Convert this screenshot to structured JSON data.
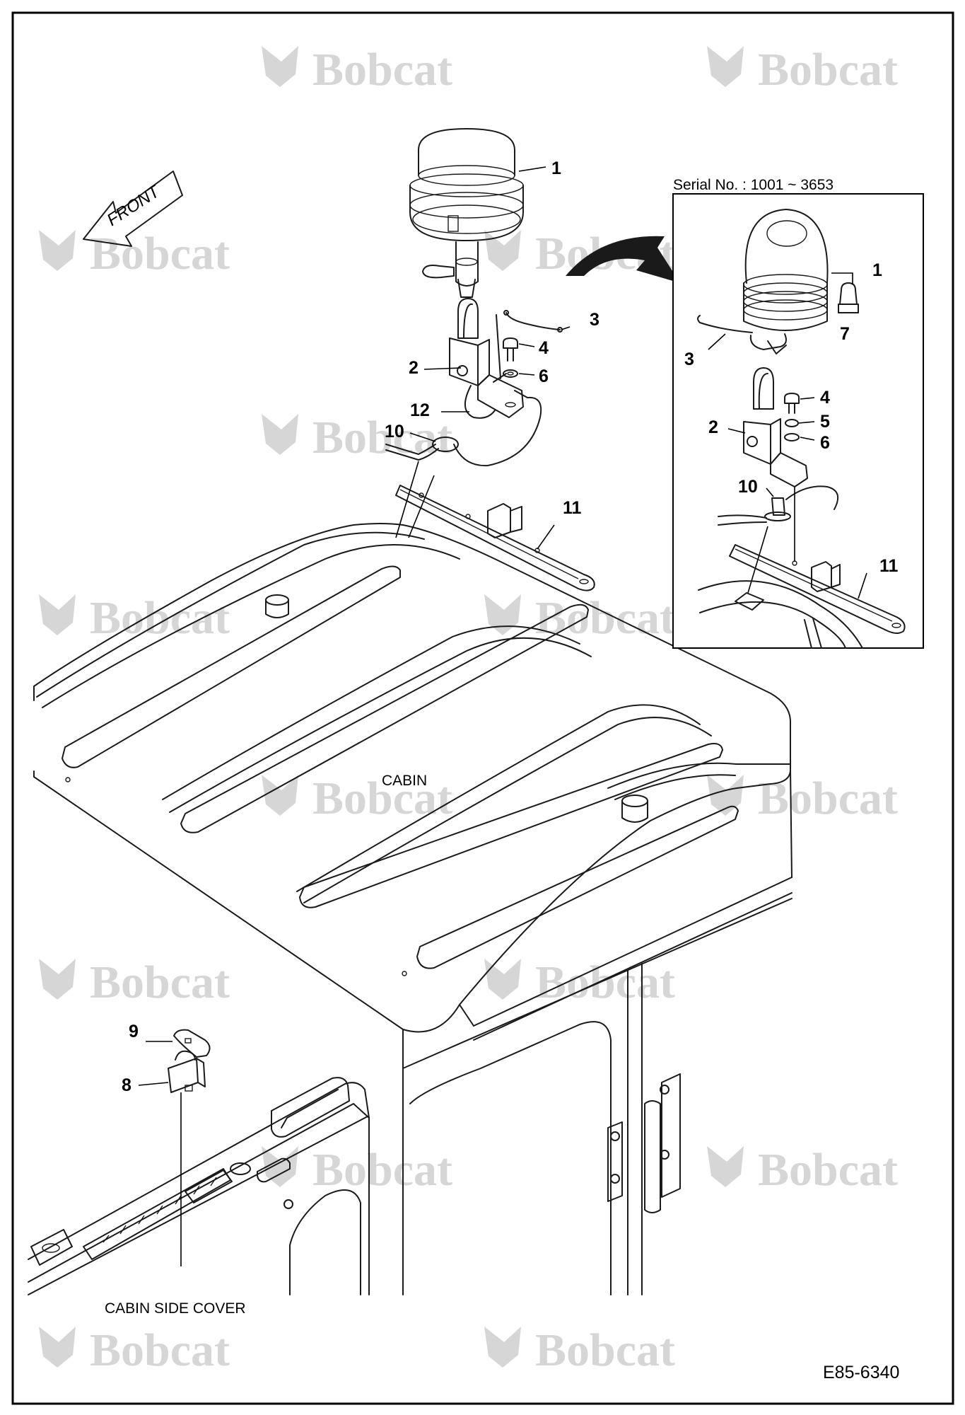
{
  "watermark": "Bobcat",
  "front_arrow_label": "FRONT",
  "inset": {
    "serial": "Serial No. : 1001 ~ 3653"
  },
  "captions": {
    "cabin": "CABIN",
    "cabin_side_cover": "CABIN SIDE COVER"
  },
  "drawing_number": "E85-6340",
  "callouts": {
    "main": {
      "c1": "1",
      "c2": "2",
      "c3": "3",
      "c4": "4",
      "c6": "6",
      "c8": "8",
      "c9": "9",
      "c10": "10",
      "c11": "11",
      "c12": "12"
    },
    "inset": {
      "c1": "1",
      "c2": "2",
      "c3": "3",
      "c4": "4",
      "c5": "5",
      "c6": "6",
      "c7": "7",
      "c10": "10",
      "c11": "11"
    }
  },
  "colors": {
    "line": "#1a1a1a",
    "watermark": "#d6d6d6",
    "frame": "#000000"
  }
}
